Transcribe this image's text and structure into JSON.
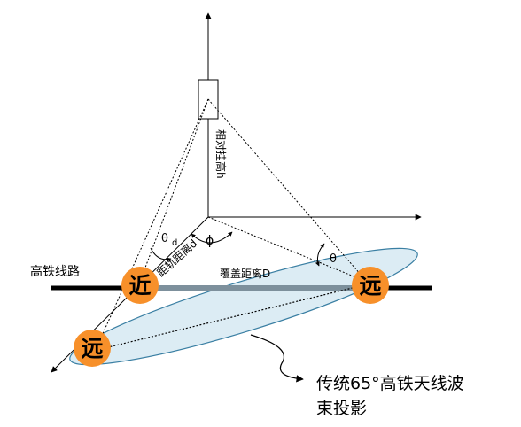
{
  "labels": {
    "relative_height": "相对挂高h",
    "rail_distance": "距轨距离d",
    "coverage_distance": "覆盖距离D",
    "railway_line": "高铁线路",
    "theta_d": "θ",
    "theta_d_sub": "d",
    "phi": "ϕ",
    "theta": "θ",
    "near": "近",
    "far": "远",
    "far2": "远",
    "caption_line1": "传统65°高铁天线波",
    "caption_line2": "束投影"
  },
  "colors": {
    "ellipse_fill": "#dcecf4",
    "ellipse_stroke": "#3a7fa3",
    "circle_fill": "#f7902a",
    "highlight_bar": "#7d909c",
    "line": "#000000"
  }
}
